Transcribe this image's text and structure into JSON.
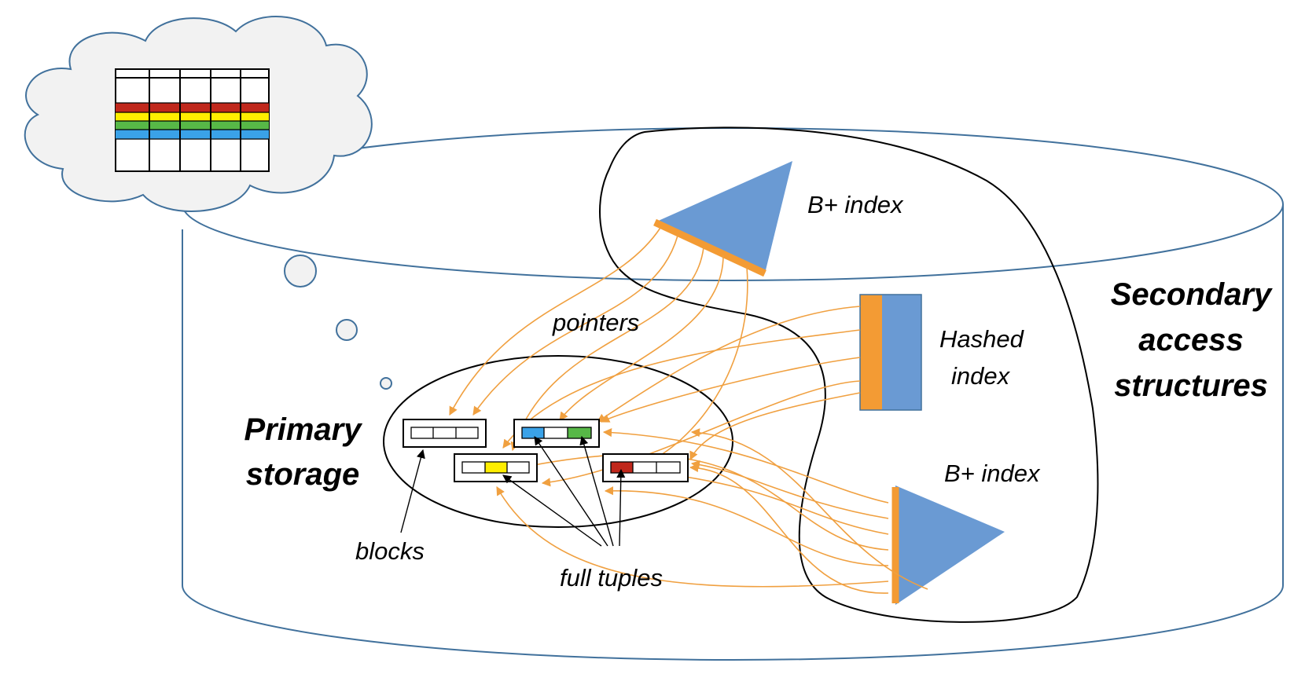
{
  "labels": {
    "bplus_top": "B+ index",
    "hashed_line1": "Hashed",
    "hashed_line2": "index",
    "bplus_bottom": "B+ index",
    "secondary_line1": "Secondary",
    "secondary_line2": "access",
    "secondary_line3": "structures",
    "pointers": "pointers",
    "primary_line1": "Primary",
    "primary_line2": "storage",
    "blocks": "blocks",
    "full_tuples": "full tuples"
  },
  "colors": {
    "cylinder_stroke": "#41719c",
    "cloud_fill": "#f2f2f2",
    "index_fill": "#6a9ad3",
    "index_edge": "#f39b34",
    "pointer_arrow": "#f0a040",
    "tuple_red": "#c0281c",
    "tuple_yellow": "#ffee00",
    "tuple_green": "#57b847",
    "tuple_blue": "#3aa2e8"
  },
  "icons": {
    "database": "cylinder-shape",
    "thought": "cloud-shape",
    "table": "relation-table-icon",
    "tree_index": "triangle-shape",
    "hash_index": "rectangle-shape"
  }
}
